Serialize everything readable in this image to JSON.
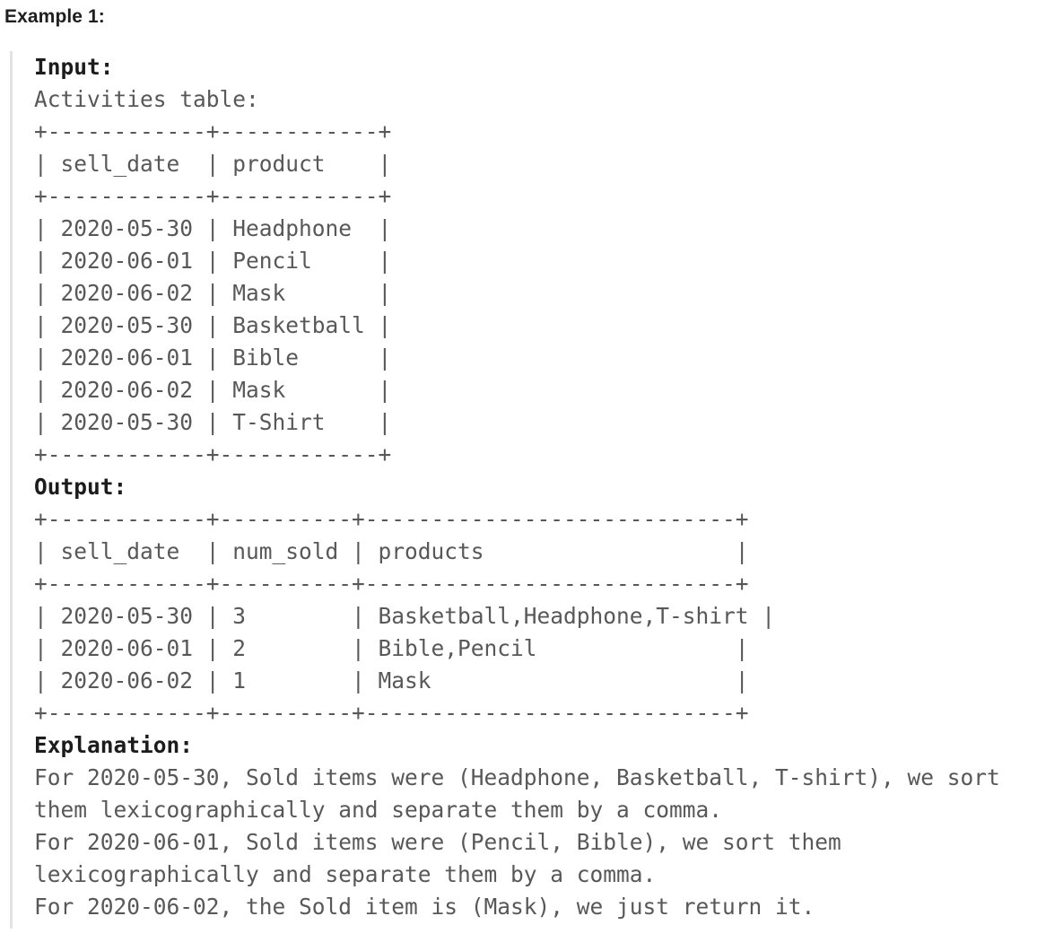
{
  "heading": {
    "text": "Example 1:"
  },
  "sections": {
    "input": {
      "label": "Input:",
      "caption": "Activities table:",
      "table_text": "+------------+------------+\n| sell_date  | product    |\n+------------+------------+\n| 2020-05-30 | Headphone  |\n| 2020-06-01 | Pencil     |\n| 2020-06-02 | Mask       |\n| 2020-05-30 | Basketball |\n| 2020-06-01 | Bible      |\n| 2020-06-02 | Mask       |\n| 2020-05-30 | T-Shirt    |\n+------------+------------+",
      "table": {
        "name": "Activities",
        "columns": [
          "sell_date",
          "product"
        ],
        "rows": [
          [
            "2020-05-30",
            "Headphone"
          ],
          [
            "2020-06-01",
            "Pencil"
          ],
          [
            "2020-06-02",
            "Mask"
          ],
          [
            "2020-05-30",
            "Basketball"
          ],
          [
            "2020-06-01",
            "Bible"
          ],
          [
            "2020-06-02",
            "Mask"
          ],
          [
            "2020-05-30",
            "T-Shirt"
          ]
        ]
      }
    },
    "output": {
      "label": "Output:",
      "table_text": "+------------+----------+----------------------------+\n| sell_date  | num_sold | products                   |\n+------------+----------+----------------------------+\n| 2020-05-30 | 3        | Basketball,Headphone,T-shirt |\n| 2020-06-01 | 2        | Bible,Pencil               |\n| 2020-06-02 | 1        | Mask                       |\n+------------+----------+----------------------------+",
      "table": {
        "columns": [
          "sell_date",
          "num_sold",
          "products"
        ],
        "rows": [
          [
            "2020-05-30",
            "3",
            "Basketball,Headphone,T-shirt"
          ],
          [
            "2020-06-01",
            "2",
            "Bible,Pencil"
          ],
          [
            "2020-06-02",
            "1",
            "Mask"
          ]
        ]
      }
    },
    "explanation": {
      "label": "Explanation:",
      "text": "For 2020-05-30, Sold items were (Headphone, Basketball, T-shirt), we sort\nthem lexicographically and separate them by a comma.\nFor 2020-06-01, Sold items were (Pencil, Bible), we sort them\nlexicographically and separate them by a comma.\nFor 2020-06-02, the Sold item is (Mask), we just return it.",
      "lines": [
        "For 2020-05-30, Sold items were (Headphone, Basketball, T-shirt), we sort",
        "them lexicographically and separate them by a comma.",
        "For 2020-06-01, Sold items were (Pencil, Bible), we sort them",
        "lexicographically and separate them by a comma.",
        "For 2020-06-02, the Sold item is (Mask), we just return it."
      ]
    }
  },
  "colors": {
    "background": "#ffffff",
    "heading_text": "#1f1f1f",
    "body_text": "#585858",
    "label_text": "#1c1c1c",
    "block_border": "#e3e3e3"
  }
}
